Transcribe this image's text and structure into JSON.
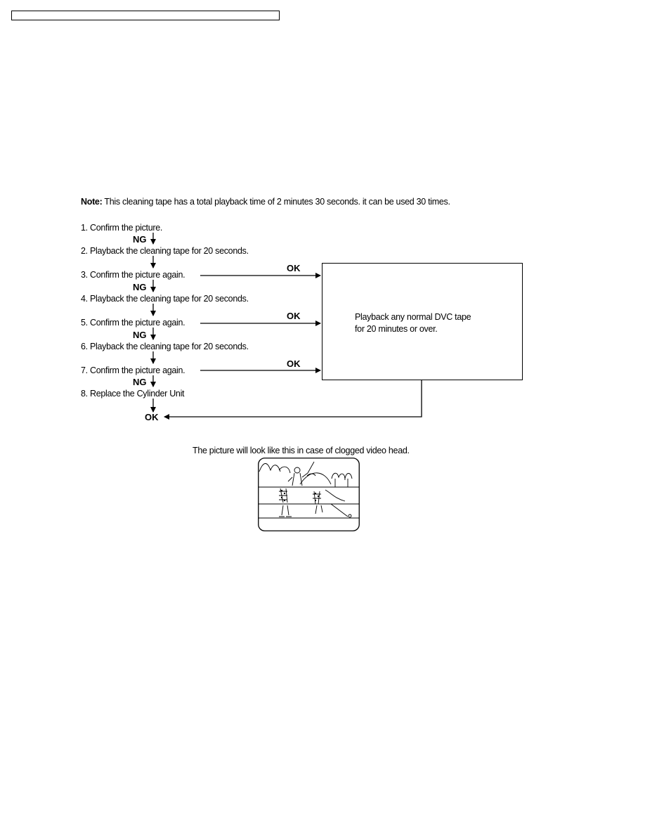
{
  "note": {
    "label": "Note:",
    "text": " This cleaning tape has a total playback time of 2 minutes 30 seconds. it can be used 30 times."
  },
  "steps": [
    "1. Confirm the picture.",
    "2. Playback the cleaning tape for 20 seconds.",
    "3. Confirm the picture again.",
    "4. Playback the cleaning tape for 20 seconds.",
    "5. Confirm the picture again.",
    "6. Playback the cleaning tape for 20 seconds.",
    "7. Confirm the picture again.",
    "8. Replace the Cylinder Unit"
  ],
  "labels": {
    "ng": "NG",
    "ok": "OK"
  },
  "action_box": {
    "line1": "Playback any normal DVC tape",
    "line2": "for 20 minutes or over."
  },
  "caption": "The picture will look like this in case of clogged video head.",
  "illustration": {
    "icon": "clogged-video-head-picture"
  }
}
